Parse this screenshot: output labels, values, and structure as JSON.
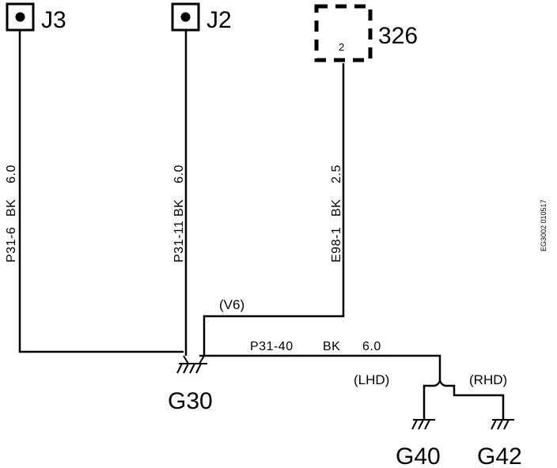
{
  "connectors": {
    "j3": "J3",
    "j2": "J2",
    "c326": "326",
    "c326_pin": "2"
  },
  "wires": {
    "j3": {
      "circuit": "P31-6",
      "color": "BK",
      "size": "6.0"
    },
    "j2": {
      "circuit": "P31-11",
      "color": "BK",
      "size": "6.0"
    },
    "c326": {
      "circuit": "E98-1",
      "color": "BK",
      "size": "2.5"
    },
    "g30_out": {
      "circuit": "P31-40",
      "color": "BK",
      "size": "6.0"
    }
  },
  "notes": {
    "v6": "(V6)",
    "lhd": "(LHD)",
    "rhd": "(RHD)"
  },
  "grounds": {
    "g30": "G30",
    "g40": "G40",
    "g42": "G42"
  },
  "figure_id": "EG3002 010517"
}
